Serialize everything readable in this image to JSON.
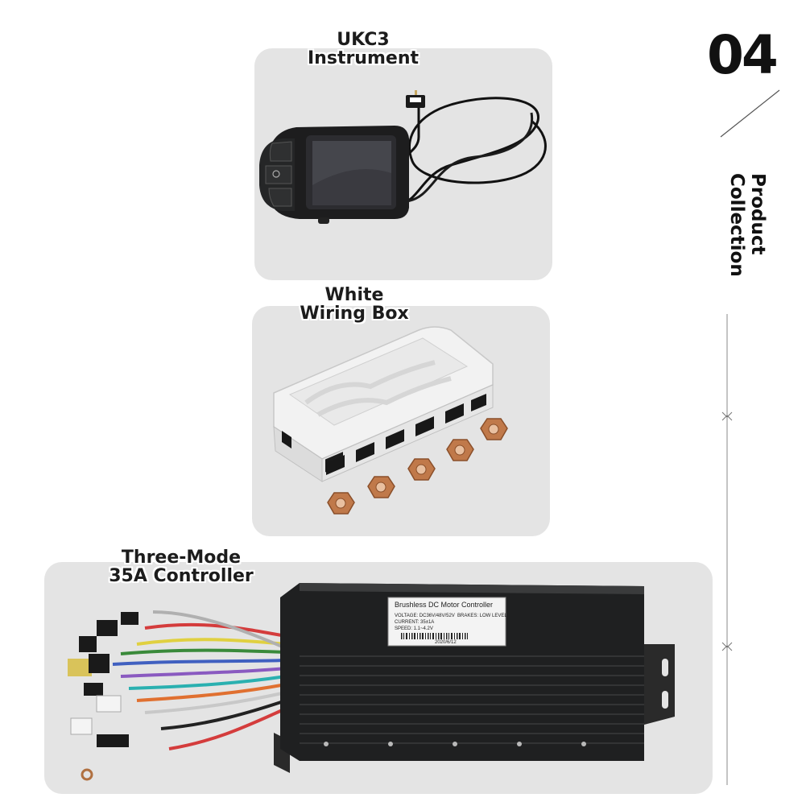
{
  "section_number": "04",
  "section_title": [
    "Product",
    "Collection"
  ],
  "panels": [
    {
      "caption": [
        "UKC3",
        "Instrument"
      ]
    },
    {
      "caption": [
        "White",
        "Wiring Box"
      ]
    },
    {
      "caption": [
        "Three-Mode",
        "35A Controller"
      ]
    }
  ],
  "controller_label": {
    "heading": "Brushless DC Motor Controller",
    "voltage": "VOLTAGE: DC36V/48V/52V",
    "brakes": "BRAKES: LOW LEVEL",
    "current": "CURRENT: 35±1A",
    "speed": "SPEED: 1.1~4.2V",
    "date": "2020/6/12"
  },
  "colors": {
    "panel_bg": "#e4e4e4",
    "text": "#111111",
    "housing": "#1f2021",
    "nut": "#c0794a"
  }
}
